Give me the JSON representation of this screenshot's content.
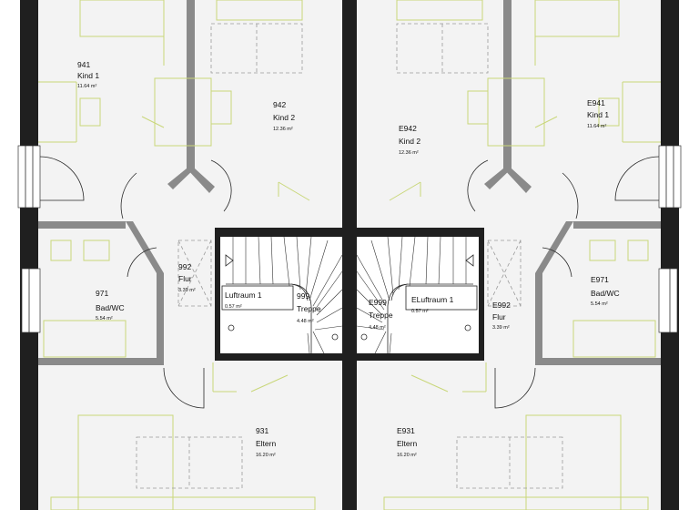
{
  "rooms": {
    "r941": {
      "num": "941",
      "name": "Kind 1",
      "area": "11.64 m²"
    },
    "r942": {
      "num": "942",
      "name": "Kind 2",
      "area": "12.36 m²"
    },
    "r992": {
      "num": "992",
      "name": "Flur",
      "area": "3.39 m²"
    },
    "r971": {
      "num": "971",
      "name": "Bad/WC",
      "area": "5.54 m²"
    },
    "r999": {
      "num": "999",
      "name": "Treppe",
      "area": "4.48 m²"
    },
    "r931": {
      "num": "931",
      "name": "Eltern",
      "area": "16.20 m²"
    },
    "e941": {
      "num": "E941",
      "name": "Kind 1",
      "area": "11.64 m²"
    },
    "e942": {
      "num": "E942",
      "name": "Kind 2",
      "area": "12.36 m²"
    },
    "e992": {
      "num": "E992",
      "name": "Flur",
      "area": "3.39 m²"
    },
    "e971": {
      "num": "E971",
      "name": "Bad/WC",
      "area": "5.54 m²"
    },
    "e999": {
      "num": "E999",
      "name": "Treppe",
      "area": "4.48 m²"
    },
    "e931": {
      "num": "E931",
      "name": "Eltern",
      "area": "16.20 m²"
    },
    "luft_l": {
      "name": "Luftraum 1",
      "area": "0.57 m²"
    },
    "luft_r": {
      "name": "ELuftraum 1",
      "area": "0.57 m²"
    }
  },
  "colors": {
    "wall": "#1f1f1f",
    "floor": "#f3f3f3",
    "furniture": "#c9d77a"
  }
}
